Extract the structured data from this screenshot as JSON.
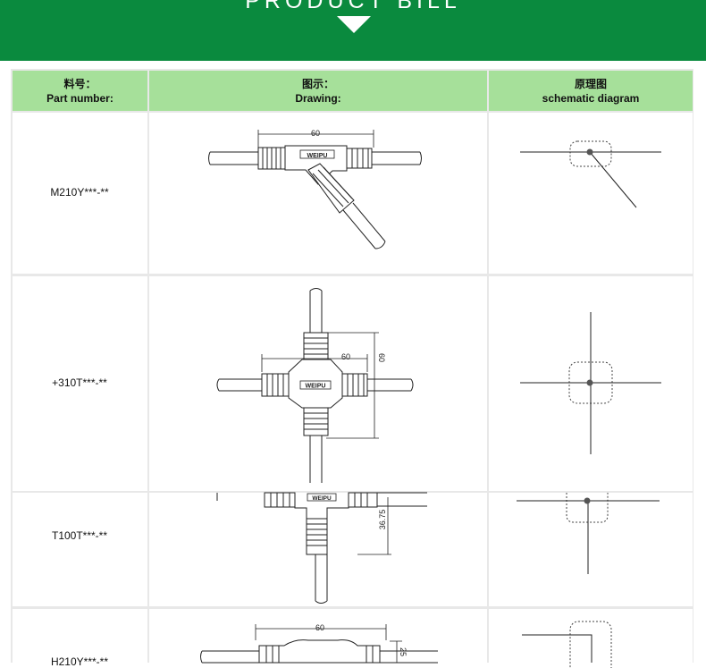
{
  "banner": {
    "title": "PRODUCT BILL",
    "icon": "chevron-down-icon"
  },
  "header": {
    "col1": {
      "cn": "料号：",
      "en": "Part number:"
    },
    "col2": {
      "cn": "图示：",
      "en": "Drawing:"
    },
    "col3": {
      "cn": "原理图",
      "en": "schematic diagram"
    }
  },
  "rows": [
    {
      "part_number": "M210Y***-**",
      "dims": [
        "60"
      ],
      "logo": "WEIPU"
    },
    {
      "part_number": "+310T***-**",
      "dims": [
        "60",
        "60"
      ],
      "logo": "WEIPU"
    },
    {
      "part_number": "T100T***-**",
      "dims": [
        "36.75"
      ],
      "logo": "WEIPU"
    },
    {
      "part_number": "H210Y***-**",
      "dims": [
        "60",
        "25"
      ]
    }
  ],
  "colors": {
    "banner": "#0a8a3e",
    "header": "#a6e09a",
    "grid": "#e6e6e6",
    "line": "#222222"
  }
}
